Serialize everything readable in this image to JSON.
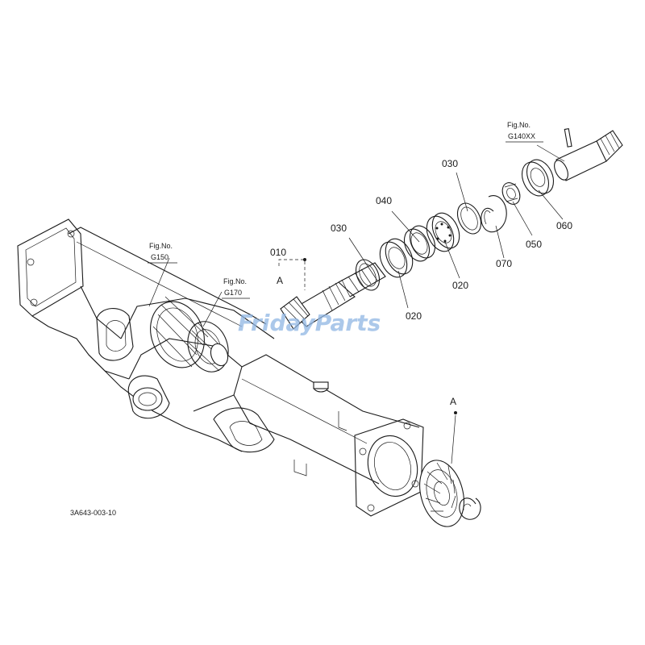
{
  "part_callouts": {
    "p010": "010",
    "p020_a": "020",
    "p020_b": "020",
    "p030_a": "030",
    "p030_b": "030",
    "p040": "040",
    "p050": "050",
    "p060": "060",
    "p070": "070"
  },
  "view_markers": {
    "a_upper": "A",
    "a_lower": "A"
  },
  "figure_refs": [
    {
      "prefix": "Fig.No.",
      "code": "G150"
    },
    {
      "prefix": "Fig.No.",
      "code": "G170"
    },
    {
      "prefix": "Fig.No.",
      "code": "G140XX"
    }
  ],
  "drawing_code": "3A643-003-10",
  "watermark": {
    "brand": "FridayParts",
    "color": "#8fb6e3"
  },
  "colors": {
    "ink": "#1a1a1a",
    "background": "#ffffff"
  }
}
